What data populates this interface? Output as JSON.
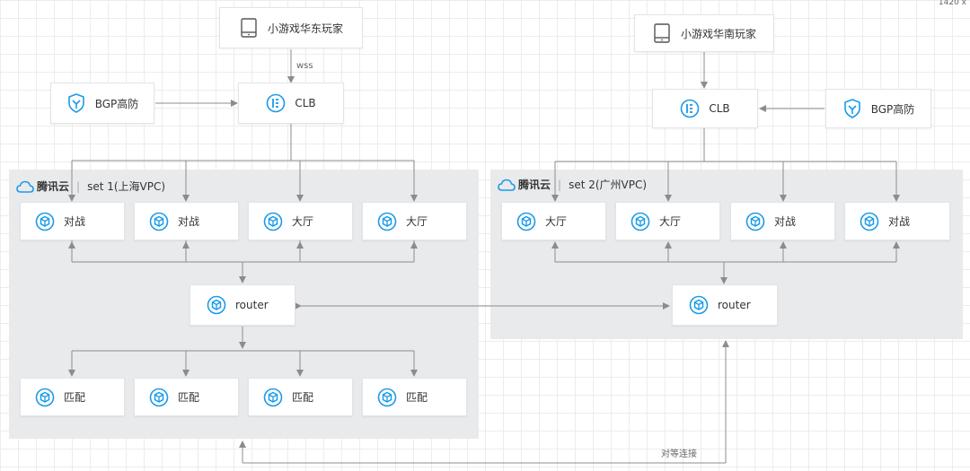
{
  "corner_label": "1420 x",
  "players": {
    "east": "小游戏华东玩家",
    "south": "小游戏华南玩家"
  },
  "bgp_label": "BGP高防",
  "clb_label": "CLB",
  "wss_label": "wss",
  "brand": "腾讯云",
  "set1": {
    "label": "set 1(上海VPC)",
    "services": [
      "对战",
      "对战",
      "大厅",
      "大厅"
    ],
    "router": "router",
    "matches": [
      "匹配",
      "匹配",
      "匹配",
      "匹配"
    ]
  },
  "set2": {
    "label": "set 2(广州VPC)",
    "services": [
      "大厅",
      "大厅",
      "对战",
      "对战"
    ],
    "router": "router"
  },
  "peering_label": "对等连接",
  "colors": {
    "accent": "#1a9be8",
    "line": "#8c8c8c",
    "region": "#e9eaec"
  }
}
